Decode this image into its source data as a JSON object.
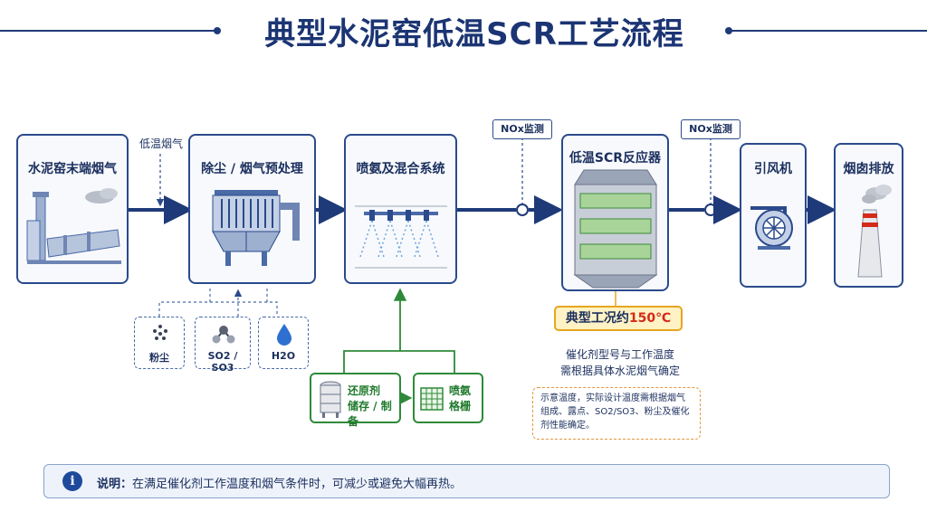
{
  "title": "典型水泥窑低温SCR工艺流程",
  "colors": {
    "navy": "#1f3a78",
    "green": "#2e8a3a",
    "orange": "#e6a620",
    "red": "#d42a1a"
  },
  "nodes": {
    "kiln": "水泥窑末端烟气",
    "dedust": "除尘 / 烟气预处理",
    "ammonia": "喷氨及混合系统",
    "scr": "低温SCR反应器",
    "fan": "引风机",
    "stack": "烟囱排放"
  },
  "flow_labels": {
    "low_temp_gas": "低温烟气",
    "nox_monitor_1": "NOx监测",
    "nox_monitor_2": "NOx监测"
  },
  "impurities": [
    {
      "label": "粉尘",
      "icon": "dust-icon"
    },
    {
      "label": "SO2 / SO3",
      "icon": "molecule-icon"
    },
    {
      "label": "H2O",
      "icon": "water-drop-icon"
    }
  ],
  "reductant": {
    "storage_line1": "还原剂",
    "storage_line2": "储存 / 制备",
    "grid_line1": "喷氨",
    "grid_line2": "格栅"
  },
  "operating": {
    "prefix": "典型工况约",
    "temp": "150℃",
    "note_line1": "催化剂型号与工作温度",
    "note_line2": "需根据具体水泥烟气确定",
    "hint": "示意温度，实际设计温度需根据烟气组成、露点、SO2/SO3、粉尘及催化剂性能确定。"
  },
  "info": {
    "label": "说明：",
    "text": "在满足催化剂工作温度和烟气条件时，可减少或避免大幅再热。"
  }
}
